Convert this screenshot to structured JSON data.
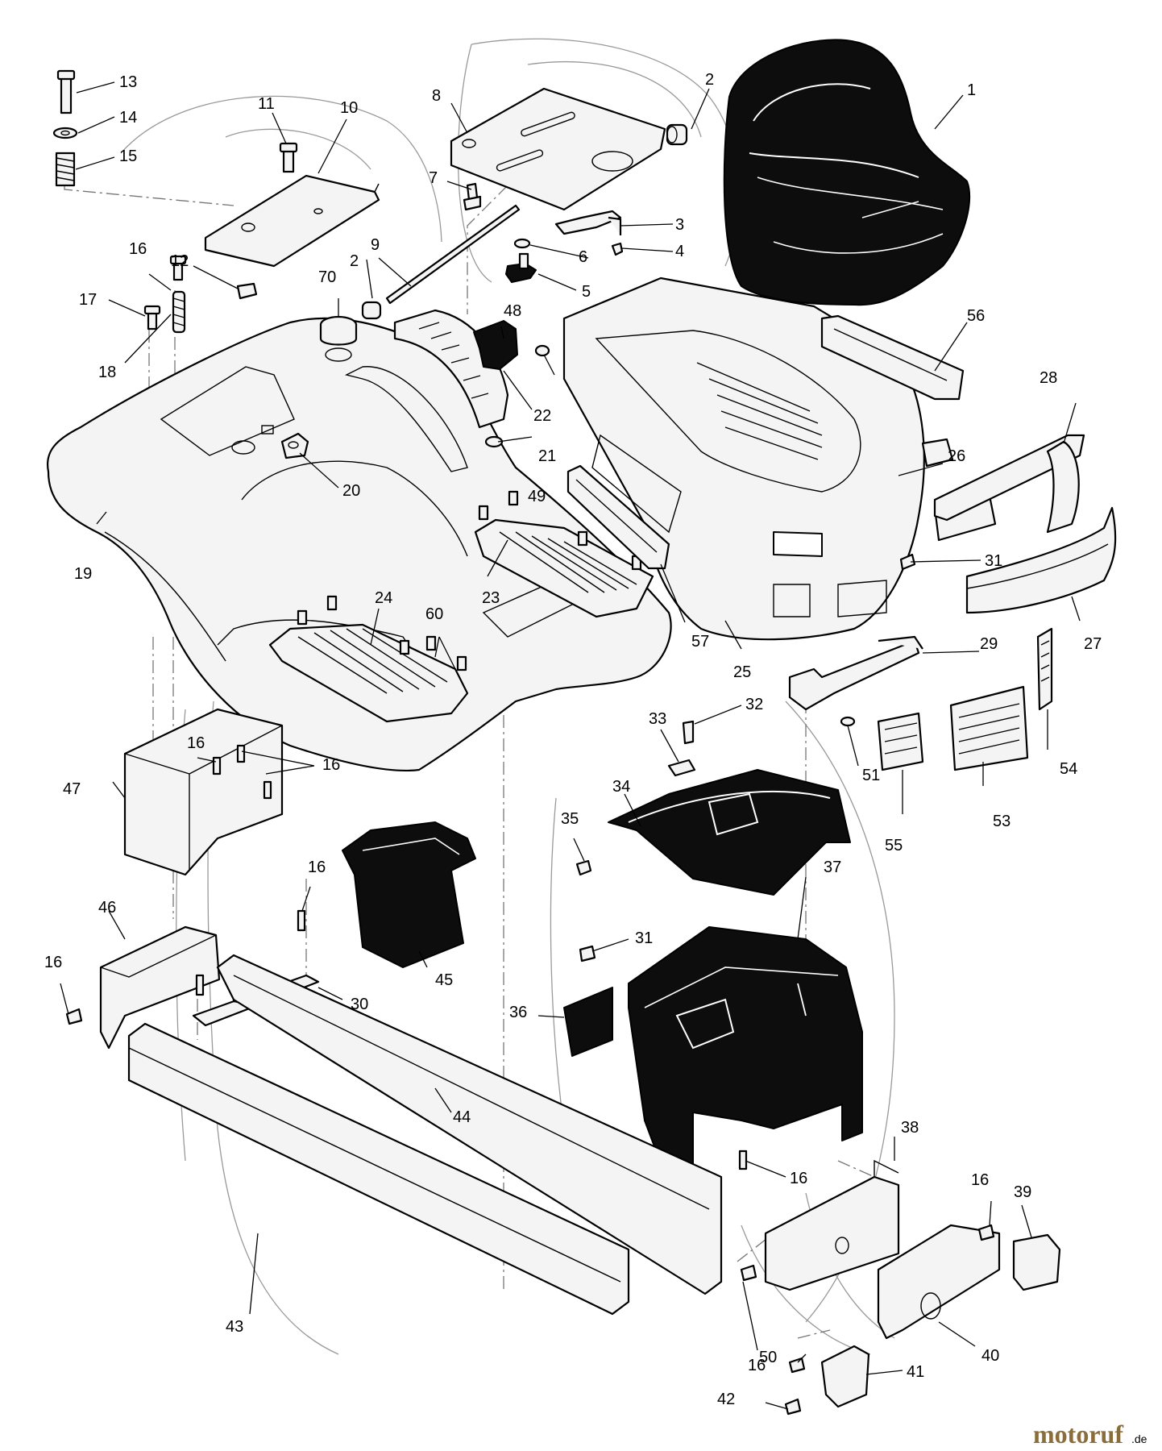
{
  "callouts": [
    {
      "id": "c1",
      "text": "1"
    },
    {
      "id": "c2a",
      "text": "2"
    },
    {
      "id": "c2b",
      "text": "2"
    },
    {
      "id": "c3",
      "text": "3"
    },
    {
      "id": "c4",
      "text": "4"
    },
    {
      "id": "c5",
      "text": "5"
    },
    {
      "id": "c6",
      "text": "6"
    },
    {
      "id": "c7",
      "text": "7"
    },
    {
      "id": "c8",
      "text": "8"
    },
    {
      "id": "c9",
      "text": "9"
    },
    {
      "id": "c10",
      "text": "10"
    },
    {
      "id": "c11",
      "text": "11"
    },
    {
      "id": "c12",
      "text": "12"
    },
    {
      "id": "c13",
      "text": "13"
    },
    {
      "id": "c14",
      "text": "14"
    },
    {
      "id": "c15",
      "text": "15"
    },
    {
      "id": "c16a",
      "text": "16"
    },
    {
      "id": "c16b",
      "text": "16"
    },
    {
      "id": "c16c",
      "text": "16"
    },
    {
      "id": "c16d",
      "text": "16"
    },
    {
      "id": "c16e",
      "text": "16"
    },
    {
      "id": "c16f",
      "text": "16"
    },
    {
      "id": "c16g",
      "text": "16"
    },
    {
      "id": "c16h",
      "text": "16"
    },
    {
      "id": "c17",
      "text": "17"
    },
    {
      "id": "c18",
      "text": "18"
    },
    {
      "id": "c19",
      "text": "19"
    },
    {
      "id": "c20",
      "text": "20"
    },
    {
      "id": "c21",
      "text": "21"
    },
    {
      "id": "c22",
      "text": "22"
    },
    {
      "id": "c23",
      "text": "23"
    },
    {
      "id": "c24",
      "text": "24"
    },
    {
      "id": "c25",
      "text": "25"
    },
    {
      "id": "c26",
      "text": "26"
    },
    {
      "id": "c27",
      "text": "27"
    },
    {
      "id": "c28",
      "text": "28"
    },
    {
      "id": "c29",
      "text": "29"
    },
    {
      "id": "c30",
      "text": "30"
    },
    {
      "id": "c31a",
      "text": "31"
    },
    {
      "id": "c31b",
      "text": "31"
    },
    {
      "id": "c32",
      "text": "32"
    },
    {
      "id": "c33",
      "text": "33"
    },
    {
      "id": "c34",
      "text": "34"
    },
    {
      "id": "c35",
      "text": "35"
    },
    {
      "id": "c36",
      "text": "36"
    },
    {
      "id": "c37",
      "text": "37"
    },
    {
      "id": "c38",
      "text": "38"
    },
    {
      "id": "c39",
      "text": "39"
    },
    {
      "id": "c40",
      "text": "40"
    },
    {
      "id": "c41",
      "text": "41"
    },
    {
      "id": "c42",
      "text": "42"
    },
    {
      "id": "c43",
      "text": "43"
    },
    {
      "id": "c44",
      "text": "44"
    },
    {
      "id": "c45",
      "text": "45"
    },
    {
      "id": "c46",
      "text": "46"
    },
    {
      "id": "c47",
      "text": "47"
    },
    {
      "id": "c48",
      "text": "48"
    },
    {
      "id": "c49",
      "text": "49"
    },
    {
      "id": "c50",
      "text": "50"
    },
    {
      "id": "c51",
      "text": "51"
    },
    {
      "id": "c53",
      "text": "53"
    },
    {
      "id": "c54",
      "text": "54"
    },
    {
      "id": "c55",
      "text": "55"
    },
    {
      "id": "c56",
      "text": "56"
    },
    {
      "id": "c57",
      "text": "57"
    },
    {
      "id": "c60",
      "text": "60"
    },
    {
      "id": "c70",
      "text": "70"
    }
  ],
  "watermark": {
    "brand": "motoruf",
    "suffix": ".de",
    "color": "#8a6d3b"
  }
}
